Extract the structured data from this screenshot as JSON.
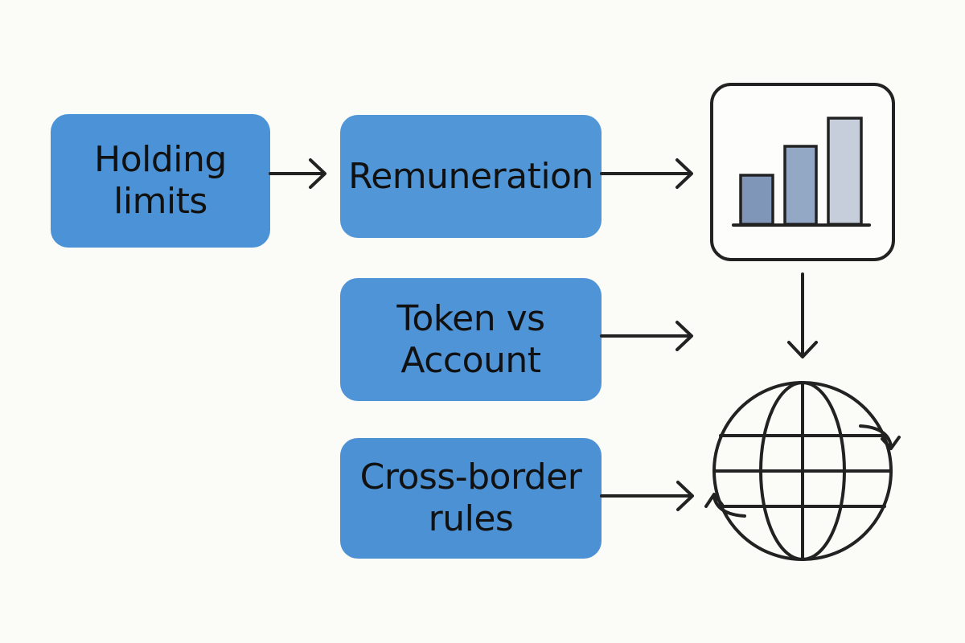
{
  "diagram": {
    "nodes": [
      {
        "id": "holding",
        "lines": [
          "Holding",
          "limits"
        ]
      },
      {
        "id": "remuneration",
        "lines": [
          "Remuneration"
        ]
      },
      {
        "id": "token",
        "lines": [
          "Token vs",
          "Account"
        ]
      },
      {
        "id": "cross",
        "lines": [
          "Cross-border",
          "rules"
        ]
      }
    ],
    "icons": [
      "bar-chart-icon",
      "globe-icon"
    ],
    "colors": {
      "node_fill": "#4c92d6",
      "stroke": "#222222",
      "bar_dark": "#8096b9",
      "bar_mid": "#93a8c4",
      "bar_light": "#c5ceda"
    }
  }
}
